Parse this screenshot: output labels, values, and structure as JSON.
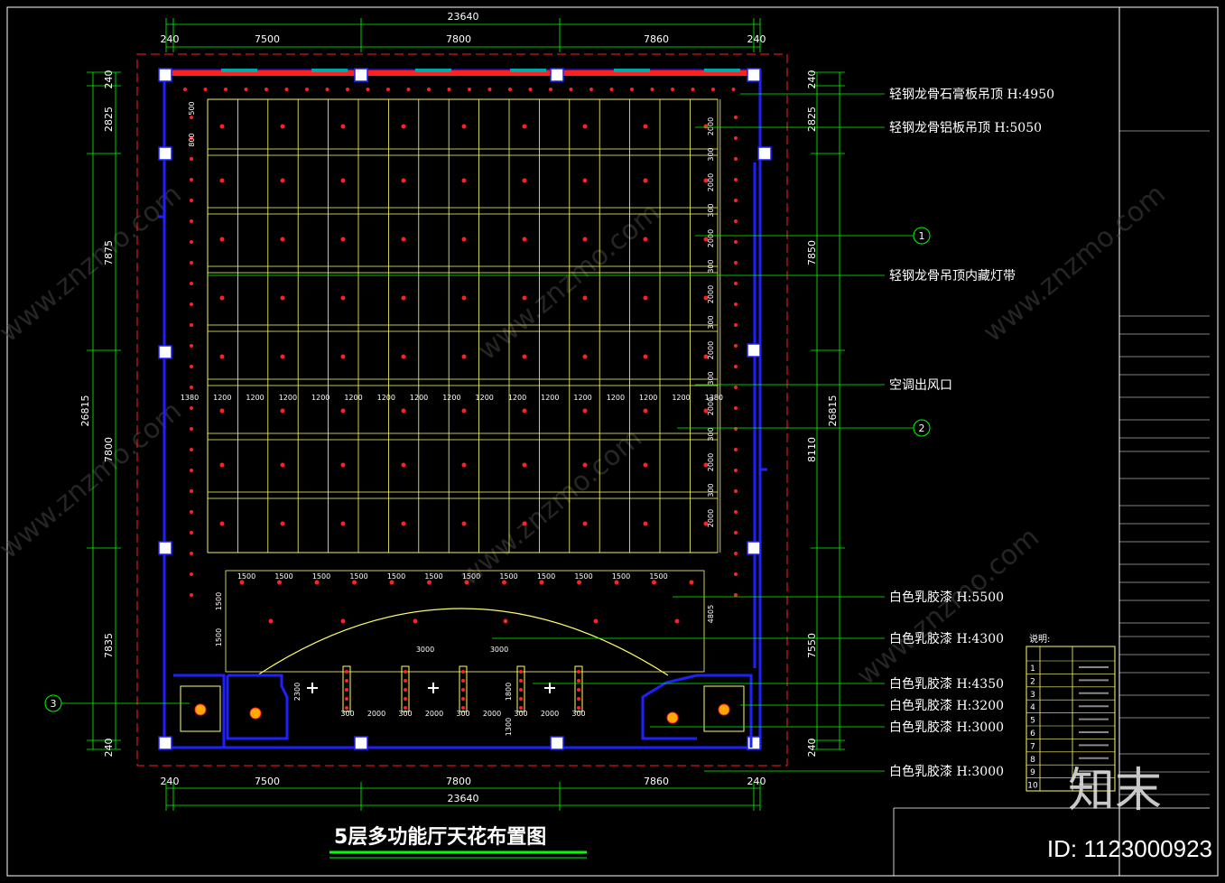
{
  "title": "5层多功能厅天花布置图",
  "watermark_id": "ID: 1123000923",
  "logo_text": "知末",
  "watermark": "www.znzmo.com",
  "dimensions": {
    "top_total": "23640",
    "top_parts": [
      "240",
      "7500",
      "7800",
      "7860",
      "240"
    ],
    "bottom_total": "23640",
    "bottom_parts": [
      "240",
      "7500",
      "7800",
      "7860",
      "240"
    ],
    "left_total": "26815",
    "left_parts": [
      "240",
      "2825",
      "7875",
      "7800",
      "7835",
      "240"
    ],
    "right_total": "26815",
    "right_parts": [
      "240",
      "2825",
      "7850",
      "8110",
      "7550",
      "240"
    ],
    "grid_row": [
      "1380",
      "1200",
      "1200",
      "1200",
      "1200",
      "1200",
      "1200",
      "1200",
      "1200",
      "1200",
      "1200",
      "1200",
      "1200",
      "1200",
      "1200",
      "1200",
      "1380"
    ],
    "row_1500": [
      "1500",
      "1500",
      "1500",
      "1500",
      "1500",
      "1500",
      "1500",
      "1500",
      "1500",
      "1500",
      "1500",
      "1500"
    ],
    "stage_3000": [
      "3000",
      "3000"
    ],
    "stage_row": [
      "300",
      "2000",
      "300",
      "2000",
      "300",
      "2000",
      "300",
      "2000",
      "300"
    ],
    "right_col": [
      "2000",
      "300",
      "2000",
      "300",
      "2000",
      "300",
      "2000",
      "300",
      "2000",
      "300",
      "2000",
      "300",
      "2000",
      "300",
      "2000"
    ],
    "misc": [
      "4805",
      "2300",
      "1800",
      "1300",
      "1500",
      "1500",
      "500",
      "800"
    ]
  },
  "callouts": [
    {
      "text": "轻钢龙骨石膏板吊顶  H:4950"
    },
    {
      "text": "轻钢龙骨铝板吊顶   H:5050"
    },
    {
      "text": "轻钢龙骨吊顶内藏灯带"
    },
    {
      "text": "空调出风口"
    },
    {
      "text": "白色乳胶漆 H:5500"
    },
    {
      "text": "白色乳胶漆 H:4300"
    },
    {
      "text": "白色乳胶漆 H:4350"
    },
    {
      "text": "白色乳胶漆 H:3200"
    },
    {
      "text": "白色乳胶漆 H:3000"
    },
    {
      "text": "白色乳胶漆 H:3000"
    }
  ],
  "markers": [
    "1",
    "2",
    "3"
  ],
  "legend": {
    "title": "说明:",
    "rows": [
      "1",
      "2",
      "3",
      "4",
      "5",
      "6",
      "7",
      "8",
      "9",
      "10"
    ]
  },
  "colors": {
    "wall": "#2020ff",
    "grid": "#ffff66",
    "dim": "#00ff00",
    "light": "#ff2020",
    "border": "#ff2020",
    "text": "#ffffff"
  }
}
